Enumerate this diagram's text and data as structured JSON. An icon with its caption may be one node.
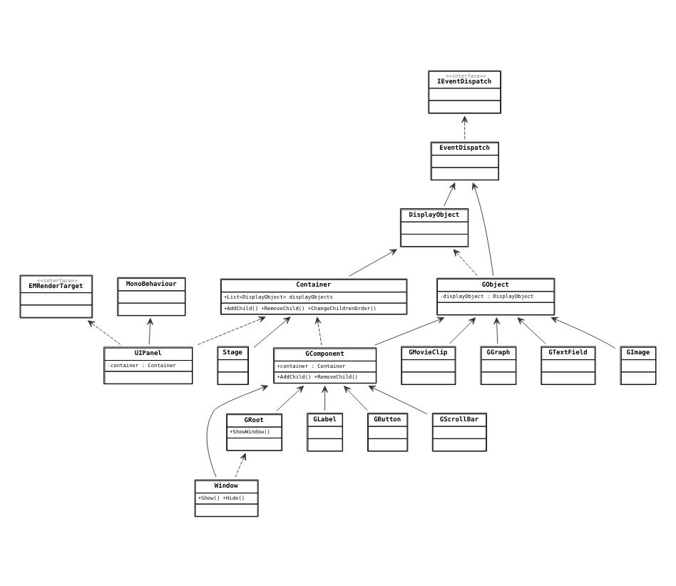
{
  "diagram": {
    "nodes": [
      {
        "text": [
          "<<interface>>",
          "IEventDispatch"
        ]
      },
      {
        "text": [
          "<<interface>>",
          "EMRenderTarget"
        ]
      },
      {
        "text": [
          "MonoBehaviour"
        ]
      },
      {
        "text": [
          "GMovieClip"
        ]
      },
      {
        "text": [
          "EventDispatch"
        ]
      },
      {
        "text": [
          "UIPanel",
          "-container : Container"
        ]
      },
      {
        "text": [
          "GGraph"
        ]
      },
      {
        "text": [
          "GObject",
          "-displayObject : DisplayObject"
        ]
      },
      {
        "text": [
          "GTextField"
        ]
      },
      {
        "text": [
          "DisplayObject"
        ]
      },
      {
        "text": [
          "GImage"
        ]
      },
      {
        "text": [
          "GComponent",
          "+container : Container",
          "+AddChild() +RemoveChild()"
        ]
      },
      {
        "text": [
          "Container",
          "+List<DisplayObject> displayObjects",
          "+AddChild() +RemoveChild() +ChangeChildrenOrder()"
        ]
      },
      {
        "text": [
          "Window",
          "+Show() +Hide()"
        ]
      },
      {
        "text": [
          "GLabel"
        ]
      },
      {
        "text": [
          "GButton"
        ]
      },
      {
        "text": [
          "GScrollBar"
        ]
      },
      {
        "text": [
          "Stage"
        ]
      },
      {
        "text": [
          "GRoot",
          "+ShowWindow()"
        ]
      }
    ],
    "edges": [
      {
        "from": 4,
        "to": 0,
        "arrow": "to",
        "style": "dashed"
      },
      {
        "from": 5,
        "to": 1,
        "arrow": "to",
        "style": "dashed"
      },
      {
        "from": 5,
        "to": 2,
        "arrow": "to"
      },
      {
        "from": 3,
        "to": 7,
        "arrow": "to"
      },
      {
        "from": 6,
        "to": 7,
        "arrow": "to"
      },
      {
        "from": 8,
        "to": 7,
        "arrow": "to"
      },
      {
        "from": 10,
        "to": 7,
        "arrow": "to"
      },
      {
        "from": 7,
        "to": 4,
        "arrow": "to"
      },
      {
        "from": 9,
        "to": 4,
        "arrow": "to"
      },
      {
        "from": 7,
        "to": 9,
        "arrow": "to",
        "style": "dashed"
      },
      {
        "from": 5,
        "to": 12,
        "arrow": "to",
        "style": "dashed"
      },
      {
        "from": 12,
        "to": 9,
        "arrow": "to"
      },
      {
        "from": 11,
        "to": 7,
        "arrow": "to"
      },
      {
        "from": 11,
        "to": 12,
        "arrow": "to",
        "style": "dashed"
      },
      {
        "from": 13,
        "to": 11,
        "arrow": "to"
      },
      {
        "from": 18,
        "to": 11,
        "arrow": "to"
      },
      {
        "from": 14,
        "to": 11,
        "arrow": "to"
      },
      {
        "from": 15,
        "to": 11,
        "arrow": "to"
      },
      {
        "from": 16,
        "to": 11,
        "arrow": "to"
      },
      {
        "from": 17,
        "to": 12,
        "arrow": "to"
      },
      {
        "from": 13,
        "to": 18,
        "arrow": "to",
        "style": "dashed"
      }
    ]
  }
}
